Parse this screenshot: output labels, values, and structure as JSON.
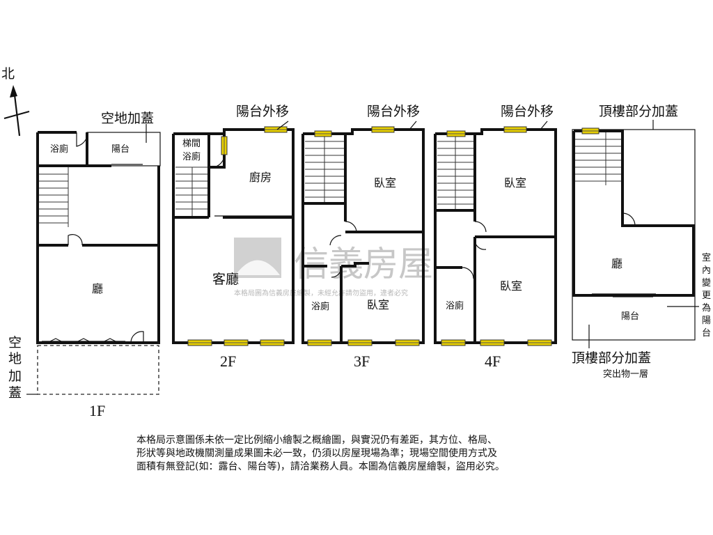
{
  "compass": {
    "north": "北"
  },
  "watermark": {
    "brand": "信義房屋",
    "notice": "本格局圖為信義房屋繪製，未經允許請勿盜用，違者必究"
  },
  "floor_labels": {
    "f1": "1F",
    "f2": "2F",
    "f3": "3F",
    "f4": "4F"
  },
  "rooms": {
    "f1_bath": "浴廁",
    "f1_balcony": "陽台",
    "f1_hall": "廳",
    "f2_stair_bath_1": "梯間",
    "f2_stair_bath_2": "浴廁",
    "f2_kitchen": "廚房",
    "f2_living": "客廳",
    "f3_bedroom_top": "臥室",
    "f3_bath": "浴廁",
    "f3_bedroom_bottom": "臥室",
    "f4_bedroom_top": "臥室",
    "f4_bath": "浴廁",
    "f4_bedroom_bottom": "臥室",
    "roof_hall": "廳",
    "roof_balcony": "陽台"
  },
  "annotations": {
    "f1_top_addition": "空地加蓋",
    "f1_side_addition": [
      "空",
      "地",
      "加",
      "蓋"
    ],
    "f2_balcony_moved": "陽台外移",
    "f3_balcony_moved": "陽台外移",
    "f4_balcony_moved": "陽台外移",
    "roof_top_addition": "頂樓部分加蓋",
    "roof_bottom_addition": "頂樓部分加蓋",
    "roof_protrusion": "突出物一層",
    "roof_side_note": [
      "室",
      "內",
      "變",
      "更",
      "為",
      "陽",
      "台"
    ]
  },
  "disclaimer": [
    "本格局示意圖係未依一定比例縮小繪製之概繪圖，與實況仍有差距，其方位、格局、",
    "形狀等與地政機關測量成果圖未必一致，仍須以房屋現場為準；現場空間使用方式及",
    "面積有無登記(如：露台、陽台等)，請洽業務人員。本圖為信義房屋繪製，盜用必究。"
  ]
}
